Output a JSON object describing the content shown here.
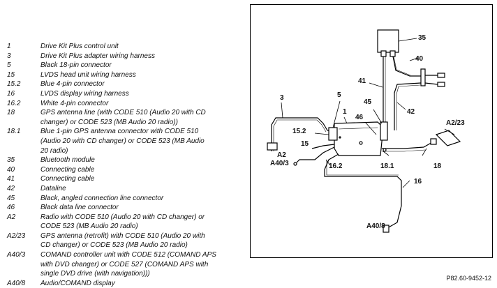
{
  "legend": [
    {
      "code": "1",
      "lines": [
        "Drive Kit Plus control unit"
      ]
    },
    {
      "code": "3",
      "lines": [
        "Drive Kit Plus adapter wiring harness"
      ]
    },
    {
      "code": "5",
      "lines": [
        "Black 18-pin connector"
      ]
    },
    {
      "code": "15",
      "lines": [
        "LVDS head unit wiring harness"
      ]
    },
    {
      "code": "15.2",
      "lines": [
        "Blue 4-pin connector"
      ]
    },
    {
      "code": "16",
      "lines": [
        "LVDS display wiring harness"
      ]
    },
    {
      "code": "16.2",
      "lines": [
        "White 4-pin connector"
      ]
    },
    {
      "code": "18",
      "lines": [
        "GPS antenna line (with CODE 510 (Audio 20 with CD",
        "changer) or CODE 523 (MB Audio 20 radio))"
      ]
    },
    {
      "code": "18.1",
      "lines": [
        "Blue 1-pin GPS antenna connector with CODE 510",
        "(Audio 20 with CD changer) or CODE 523 (MB Audio",
        "20 radio)"
      ]
    },
    {
      "code": "35",
      "lines": [
        "Bluetooth module"
      ]
    },
    {
      "code": "40",
      "lines": [
        "Connecting cable"
      ]
    },
    {
      "code": "41",
      "lines": [
        "Connecting cable"
      ]
    },
    {
      "code": "42",
      "lines": [
        "Dataline"
      ]
    },
    {
      "code": "45",
      "lines": [
        "Black, angled connection line connector"
      ]
    },
    {
      "code": "46",
      "lines": [
        "Black data line connector"
      ]
    },
    {
      "code": "A2",
      "lines": [
        "Radio with CODE 510 (Audio 20 with CD changer) or",
        "CODE 523 (MB Audio 20 radio)"
      ]
    },
    {
      "code": "A2/23",
      "lines": [
        "GPS antenna (retrofit) with CODE 510 (Audio 20 with",
        "CD changer) or CODE 523 (MB Audio 20 radio)"
      ]
    },
    {
      "code": "A40/3",
      "lines": [
        "COMAND controller unit with CODE 512 (COMAND APS",
        "with DVD changer) or CODE 527 (COMAND APS with",
        "single DVD drive (with navigation)))"
      ]
    },
    {
      "code": "A40/8",
      "lines": [
        "Audio/COMAND display"
      ]
    }
  ],
  "callouts": {
    "c35": "35",
    "c40": "40",
    "c41": "41",
    "c3": "3",
    "c5": "5",
    "c45": "45",
    "c42": "42",
    "c1": "1",
    "c46": "46",
    "c15_2": "15.2",
    "c15": "15",
    "c2a": "A2",
    "c40_3": "A40/3",
    "c16_2": "16.2",
    "c18_1": "18.1",
    "c18": "18",
    "c2_23": "A2/23",
    "c16": "16",
    "c40_8": "A40/8"
  },
  "figure_ref": "P82.60-9452-12"
}
